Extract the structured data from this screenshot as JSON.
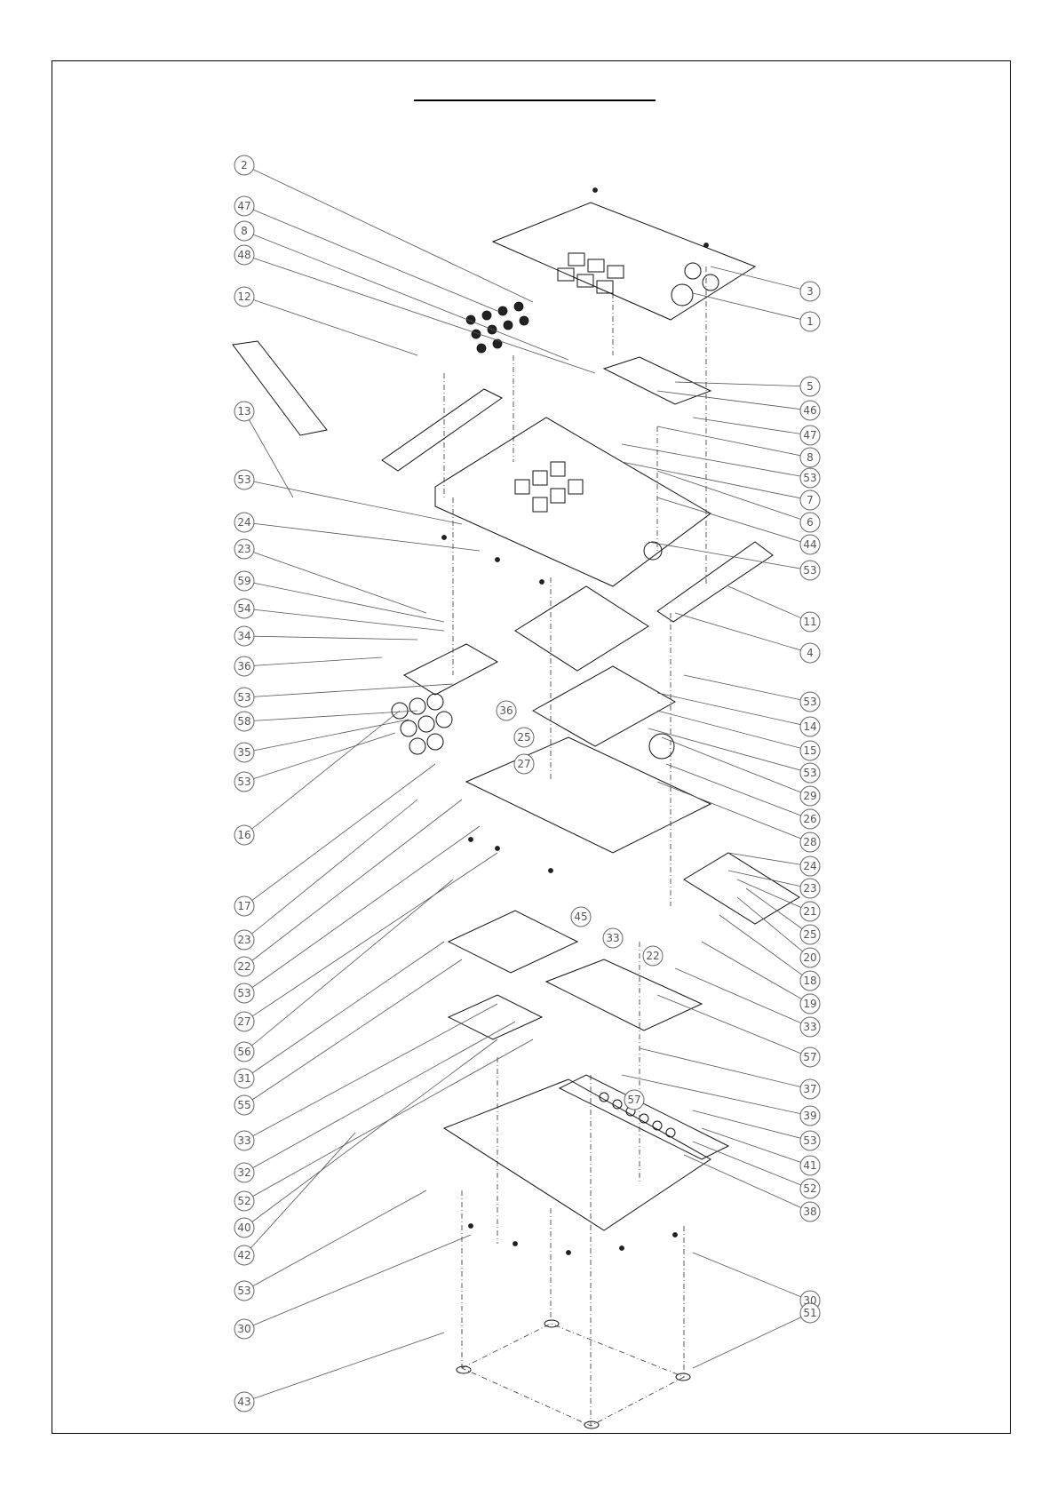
{
  "callouts": {
    "left": [
      "2",
      "47",
      "8",
      "48",
      "12",
      "13",
      "53",
      "24",
      "23",
      "59",
      "54",
      "34",
      "36",
      "53",
      "58",
      "35",
      "53",
      "16",
      "17",
      "23",
      "22",
      "53",
      "27",
      "56",
      "31",
      "55",
      "33",
      "32",
      "52",
      "40",
      "42",
      "53",
      "30",
      "43"
    ],
    "right": [
      "3",
      "1",
      "5",
      "46",
      "47",
      "8",
      "53",
      "7",
      "6",
      "44",
      "53",
      "11",
      "4",
      "53",
      "14",
      "15",
      "53",
      "29",
      "26",
      "28",
      "24",
      "23",
      "21",
      "25",
      "20",
      "18",
      "19",
      "33",
      "57",
      "37",
      "39",
      "53",
      "41",
      "52",
      "38",
      "30",
      "51"
    ],
    "inline": [
      "36",
      "25",
      "27",
      "45",
      "33",
      "22",
      "57"
    ]
  }
}
